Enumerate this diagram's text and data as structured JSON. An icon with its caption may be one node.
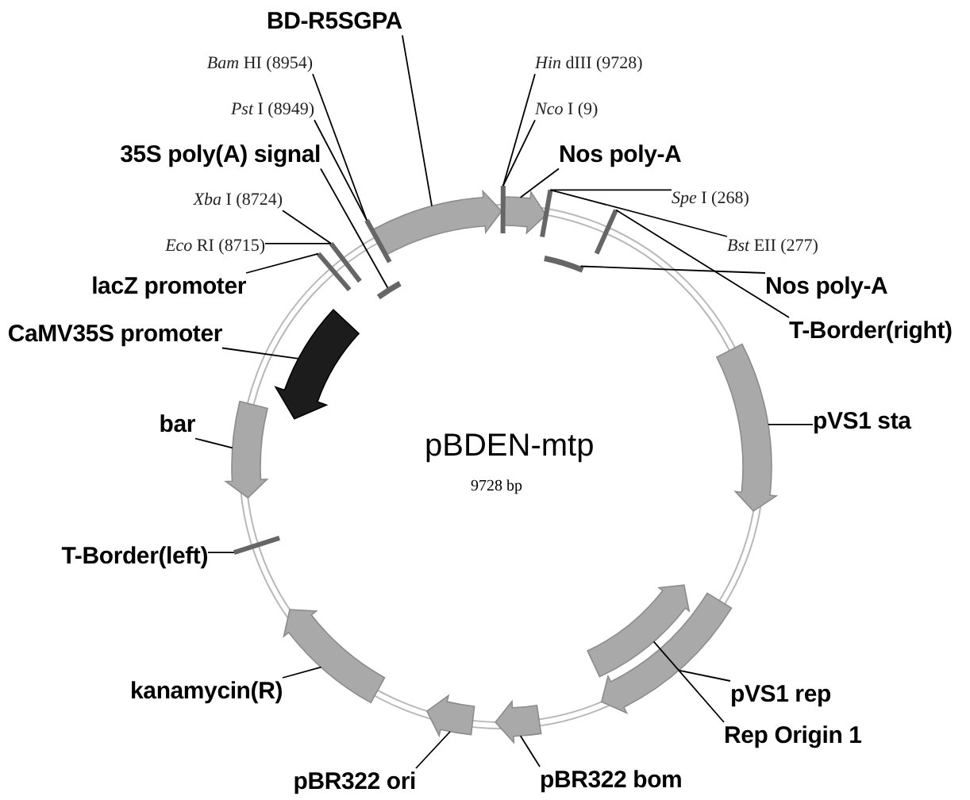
{
  "diagram": {
    "title": "pBDEN-mtp",
    "nodes": [
      {
        "text": [
          "BD-R5SGPA"
        ]
      },
      {
        "text": [
          "*Bam* HI (8954)"
        ]
      },
      {
        "text": [
          "*Hin* dIII (9728)"
        ]
      },
      {
        "text": [
          "*Pst* I (8949)"
        ]
      },
      {
        "text": [
          "*Nco* I (9)"
        ]
      },
      {
        "text": [
          "35S poly(A) signal"
        ]
      },
      {
        "text": [
          "Nos poly-A"
        ]
      },
      {
        "text": [
          "*Xba* I (8724)"
        ]
      },
      {
        "text": [
          "*Spe* I (268)"
        ]
      },
      {
        "text": [
          "*Eco* RI (8715)"
        ]
      },
      {
        "text": [
          "*Bst* EII (277)"
        ]
      },
      {
        "text": [
          "lacZ promoter"
        ]
      },
      {
        "text": [
          "Nos poly-A"
        ]
      },
      {
        "text": [
          "T-Border(right)"
        ]
      },
      {
        "text": [
          "CaMV35S promoter"
        ]
      },
      {
        "text": [
          "bar"
        ]
      },
      {
        "text": [
          "pVS1 sta"
        ]
      },
      {
        "text": [
          "T-Border(left)"
        ]
      },
      {
        "text": [
          "kanamycin(R)"
        ]
      },
      {
        "text": [
          "pVS1 rep"
        ]
      },
      {
        "text": [
          "Rep Origin 1"
        ]
      },
      {
        "text": [
          "pBR322 ori"
        ]
      },
      {
        "text": [
          "pBR322 bom"
        ]
      },
      {
        "text": [],
        "shape": "arrow"
      },
      {
        "text": [],
        "shape": "bar"
      },
      {
        "text": [],
        "shape": "bar"
      },
      {
        "text": [],
        "shape": "arrow"
      },
      {
        "text": [],
        "shape": "bar"
      },
      {
        "text": [],
        "shape": "bar"
      },
      {
        "text": [],
        "shape": "bar"
      },
      {
        "text": [],
        "shape": "bar"
      },
      {
        "text": [],
        "shape": "bar"
      },
      {
        "text": [],
        "shape": "bar"
      },
      {
        "text": [],
        "shape": "arrow"
      },
      {
        "text": [],
        "shape": "arrow"
      },
      {
        "text": [],
        "shape": "arrow"
      },
      {
        "text": [],
        "shape": "bar"
      },
      {
        "text": [],
        "shape": "arrow"
      },
      {
        "text": [],
        "shape": "arrow"
      },
      {
        "text": [],
        "shape": "arrow"
      },
      {
        "text": [],
        "shape": "arrow"
      },
      {
        "text": [],
        "shape": "arrow"
      }
    ],
    "edges": [
      {
        "from": 0,
        "to": 23,
        "arrow": "none"
      },
      {
        "from": 1,
        "to": 24,
        "arrow": "none"
      },
      {
        "from": 2,
        "to": 25,
        "arrow": "none"
      },
      {
        "from": 3,
        "to": 24,
        "arrow": "none"
      },
      {
        "from": 4,
        "to": 25,
        "arrow": "none"
      },
      {
        "from": 5,
        "to": 27,
        "arrow": "none"
      },
      {
        "from": 6,
        "to": 26,
        "arrow": "none"
      },
      {
        "from": 7,
        "to": 29,
        "arrow": "none"
      },
      {
        "from": 8,
        "to": 28,
        "arrow": "none"
      },
      {
        "from": 9,
        "to": 29,
        "arrow": "none"
      },
      {
        "from": 10,
        "to": 28,
        "arrow": "none"
      },
      {
        "from": 11,
        "to": 30,
        "arrow": "none"
      },
      {
        "from": 12,
        "to": 31,
        "arrow": "none"
      },
      {
        "from": 13,
        "to": 32,
        "arrow": "none"
      },
      {
        "from": 14,
        "to": 33,
        "arrow": "none"
      },
      {
        "from": 15,
        "to": 34,
        "arrow": "none"
      },
      {
        "from": 16,
        "to": 35,
        "arrow": "none"
      },
      {
        "from": 17,
        "to": 36,
        "arrow": "none"
      },
      {
        "from": 18,
        "to": 37,
        "arrow": "none"
      },
      {
        "from": 19,
        "to": 38,
        "arrow": "none"
      },
      {
        "from": 20,
        "to": 39,
        "arrow": "none"
      },
      {
        "from": 21,
        "to": 40,
        "arrow": "none"
      },
      {
        "from": 22,
        "to": 41,
        "arrow": "none"
      }
    ],
    "labels": [
      "9728 bp"
    ]
  }
}
